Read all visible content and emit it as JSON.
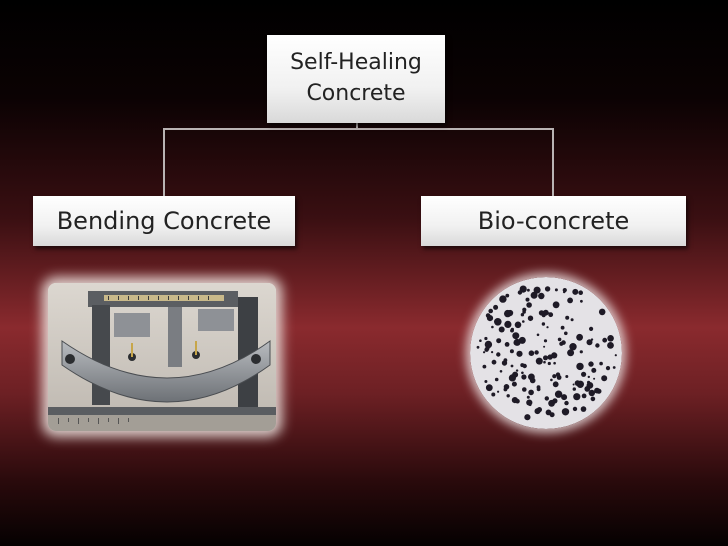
{
  "slide": {
    "root_line1": "Self-Healing",
    "root_line2": "Concrete",
    "left_label": "Bending Concrete",
    "right_label": "Bio-concrete"
  },
  "images": {
    "left": "bending-concrete-photo",
    "right": "bio-concrete-cross-section"
  },
  "colors": {
    "background_top": "#000000",
    "background_mid": "#8a2a2e",
    "node_fill": "#f1f1f1",
    "connector": "#b9b3b3"
  }
}
